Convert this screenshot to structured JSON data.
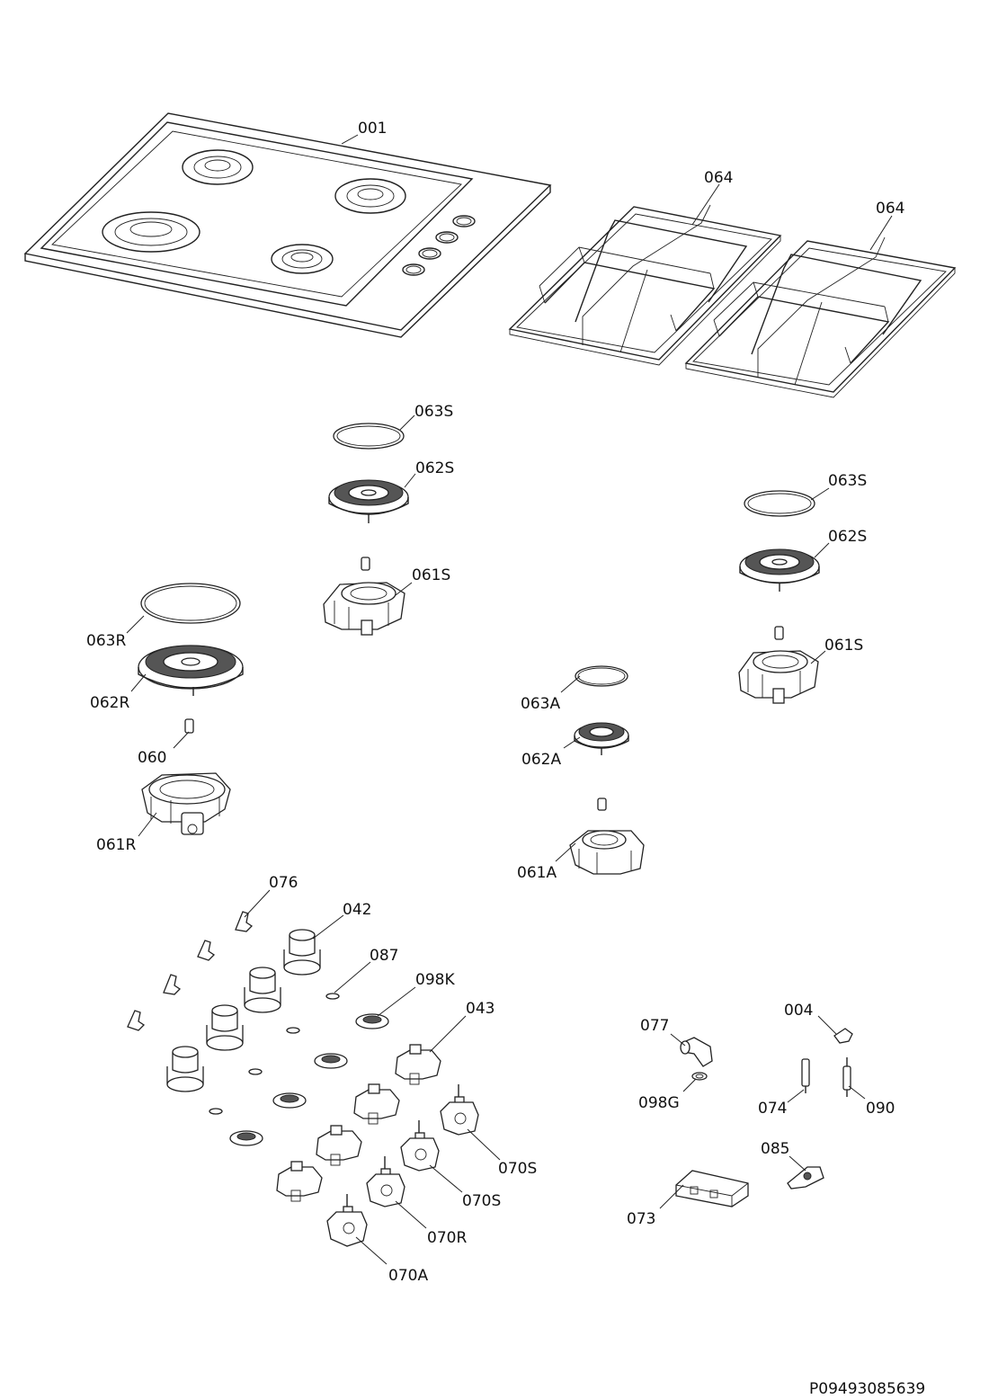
{
  "document_code": "P09493085639",
  "parts": {
    "p001": "001",
    "p064a": "064",
    "p064b": "064",
    "p063s_1": "063S",
    "p062s_1": "062S",
    "p061s_1": "061S",
    "p063s_2": "063S",
    "p062s_2": "062S",
    "p061s_2": "061S",
    "p063r": "063R",
    "p062r": "062R",
    "p060": "060",
    "p061r": "061R",
    "p063a": "063A",
    "p062a": "062A",
    "p061a": "061A",
    "p076": "076",
    "p042": "042",
    "p087": "087",
    "p098k": "098K",
    "p043": "043",
    "p070s_1": "070S",
    "p070s_2": "070S",
    "p070r": "070R",
    "p070a": "070A",
    "p077": "077",
    "p098g": "098G",
    "p004": "004",
    "p074": "074",
    "p090": "090",
    "p085": "085",
    "p073": "073"
  }
}
